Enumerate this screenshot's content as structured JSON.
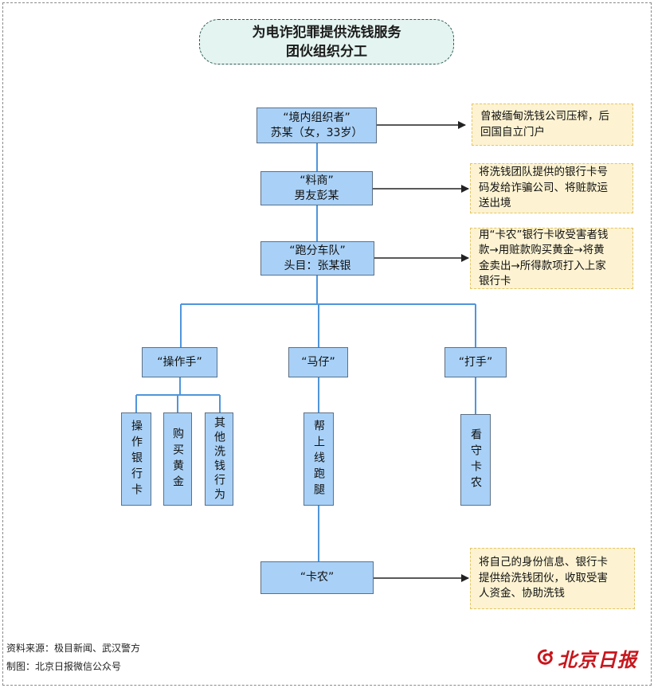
{
  "title": {
    "line1": "为电诈犯罪提供洗钱服务",
    "line2": "团伙组织分工"
  },
  "nodes": {
    "domestic_organizer": {
      "lines": [
        "“境内组织者”",
        "苏某（女，33岁）"
      ]
    },
    "material_supplier": {
      "lines": [
        "“料商”",
        "男友彭某"
      ]
    },
    "runner_team": {
      "lines": [
        "“跑分车队”",
        "头目：张某银"
      ]
    },
    "operator": {
      "label": "“操作手”"
    },
    "lackey": {
      "label": "“马仔”"
    },
    "enforcer": {
      "label": "“打手”"
    },
    "card_farmer": {
      "label": "“卡农”"
    }
  },
  "tasks": {
    "operate_bank_cards": "操作银行卡",
    "buy_gold": "购买黄金",
    "other_laundering": "其他洗钱行为",
    "run_errands": "帮上线跑腿",
    "guard_card_farmers": "看守卡农"
  },
  "notes": {
    "domestic_organizer": [
      "曾被缅甸洗钱公司压榨，后",
      "回国自立门户"
    ],
    "material_supplier": [
      "将洗钱团队提供的银行卡号",
      "码发给诈骗公司、将赃款运",
      "送出境"
    ],
    "runner_team": [
      "用“卡农”银行卡收受害者钱",
      "款→用赃款购买黄金→将黄",
      "金卖出→所得款项打入上家",
      "银行卡"
    ],
    "card_farmer": [
      "将自己的身份信息、银行卡",
      "提供给洗钱团伙，收取受害",
      "人资金、协助洗钱"
    ]
  },
  "footer": {
    "source": "资料来源：极目新闻、武汉警方",
    "credit": "制图：北京日报微信公众号"
  },
  "logo": {
    "text": "北京日报",
    "icon": "swirl-icon"
  },
  "colors": {
    "box_fill": "#a9d1f7",
    "box_border": "#5c6f85",
    "line_color": "#4f95dc",
    "note_fill": "#fdf3d2",
    "note_border": "#e3c665",
    "title_fill": "#e4f4f0",
    "title_border": "#2d5b57",
    "logo_red": "#c8161d"
  }
}
